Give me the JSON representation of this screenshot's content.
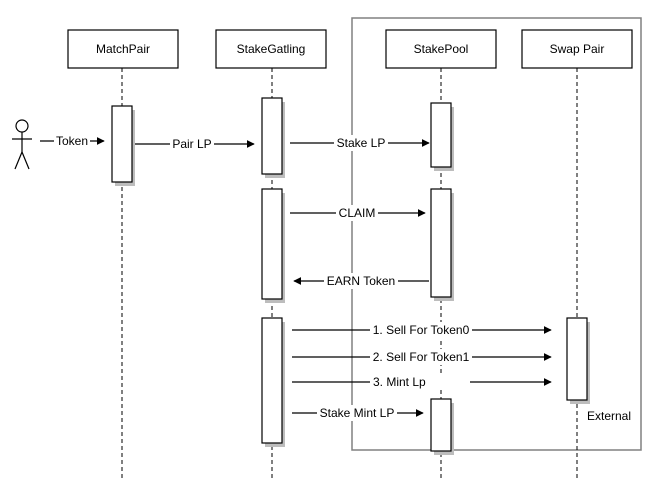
{
  "diagram": {
    "participants": [
      "MatchPair",
      "StakeGatling",
      "StakePool",
      "Swap Pair"
    ],
    "boundary_label": "External",
    "messages": {
      "token": "Token",
      "pair_lp": "Pair LP",
      "stake_lp": "Stake LP",
      "claim": "CLAIM",
      "earn_token": "EARN Token",
      "sell_token0": "1. Sell For Token0",
      "sell_token1": "2. Sell For Token1",
      "mint_lp": "3. Mint Lp",
      "stake_mint_lp": "Stake Mint LP"
    }
  },
  "colors": {
    "line": "#000000",
    "boundary": "#808080",
    "shadow": "#bdbdbd",
    "background": "#ffffff"
  }
}
